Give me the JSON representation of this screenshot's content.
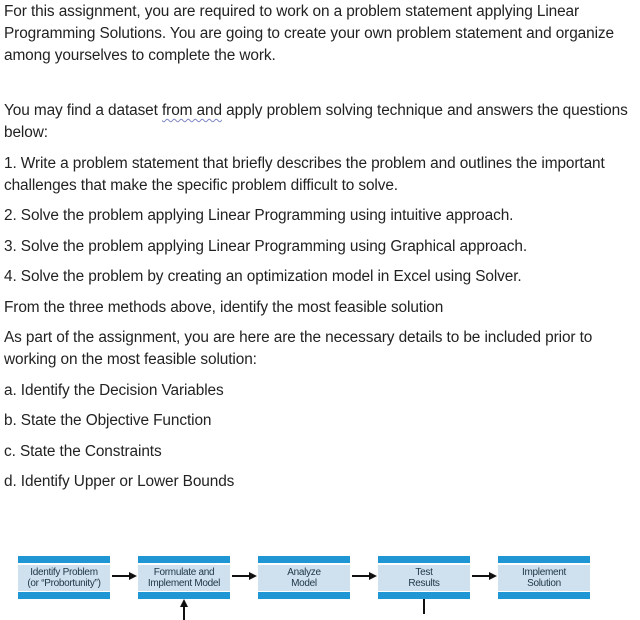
{
  "document": {
    "intro": "For this assignment, you are required to work on a problem statement applying Linear\nProgramming Solutions. You are going to create your own problem statement and organize\namong yourselves to complete the work.",
    "dataset_pre": "You may find a dataset ",
    "dataset_wavy": "from and",
    "dataset_post": " apply problem solving technique and answers the questions\nbelow:",
    "item1": "1. Write a problem statement that briefly describes the problem and outlines the important\nchallenges that make the specific problem difficult to solve.",
    "item2": "2. Solve the problem applying Linear Programming using intuitive approach.",
    "item3": "3. Solve the problem applying Linear Programming using Graphical approach.",
    "item4": "4. Solve the problem by creating an optimization model in Excel using Solver.",
    "feasible": "From the three methods above, identify the most feasible solution",
    "details": "As part of the assignment, you are here are the necessary details to be included prior to\nworking on the most feasible solution:",
    "sub_a": "a. Identify the Decision Variables",
    "sub_b": "b. State the Objective Function",
    "sub_c": "c. State the Constraints",
    "sub_d": "d. Identify Upper or Lower Bounds"
  },
  "flowchart": {
    "steps": [
      {
        "label": "Identify Problem\n(or “Probortunity”)"
      },
      {
        "label": "Formulate and\nImplement Model"
      },
      {
        "label": "Analyze\nModel"
      },
      {
        "label": "Test\nResults"
      },
      {
        "label": "Implement\nSolution"
      }
    ],
    "colors": {
      "bar_blue": "#2196d4",
      "body_blue": "#cfe1ef",
      "label_dark": "#1d3545",
      "arrow_black": "#111111",
      "squiggle_blue": "#7e86c6"
    }
  }
}
